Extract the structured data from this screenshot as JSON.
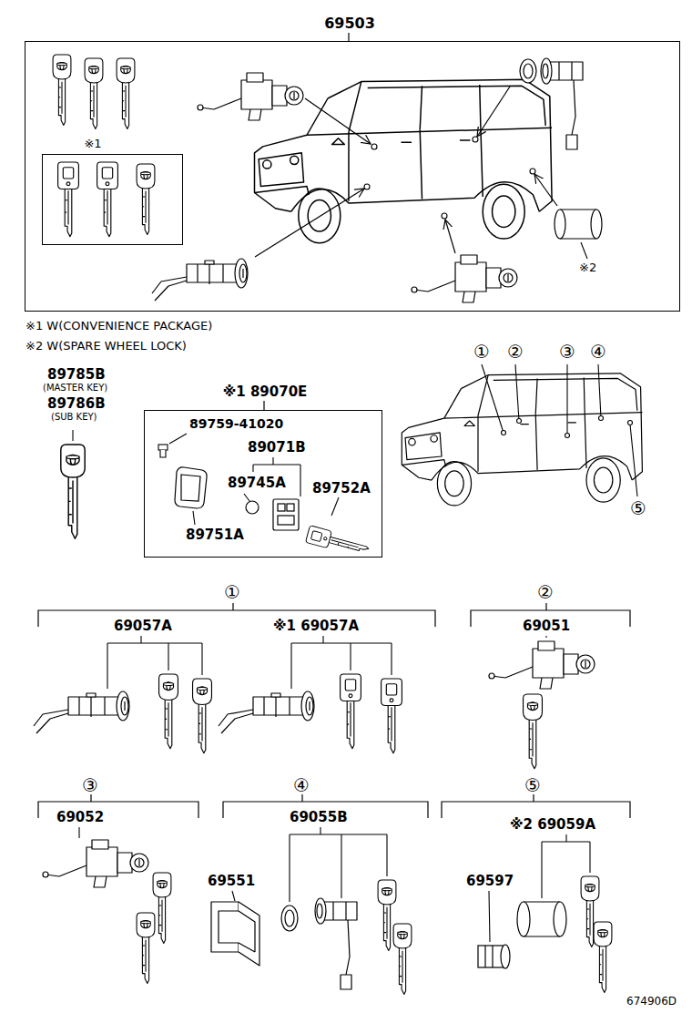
{
  "diagram": {
    "nodes": [
      {
        "text": [
          "69503"
        ]
      },
      {
        "text": [
          "※1"
        ],
        "in": 0
      },
      {
        "text": [
          "※1 89070E"
        ]
      }
    ],
    "labels": [
      "※1 W(CONVENIENCE PACKAGE)",
      "※2 W(SPARE WHEEL LOCK)",
      "※2",
      "89785B",
      "(MASTER KEY)",
      "89786B",
      "(SUB KEY)",
      "89759-41020",
      "89071B",
      "89745A",
      "89752A",
      "89751A",
      "①",
      "②",
      "③",
      "④",
      "⑤",
      "①",
      "69057A",
      "※1 69057A",
      "②",
      "69051",
      "③",
      "69052",
      "④",
      "69055B",
      "69551",
      "⑤",
      "※2 69059A",
      "69597",
      "674906D"
    ]
  }
}
